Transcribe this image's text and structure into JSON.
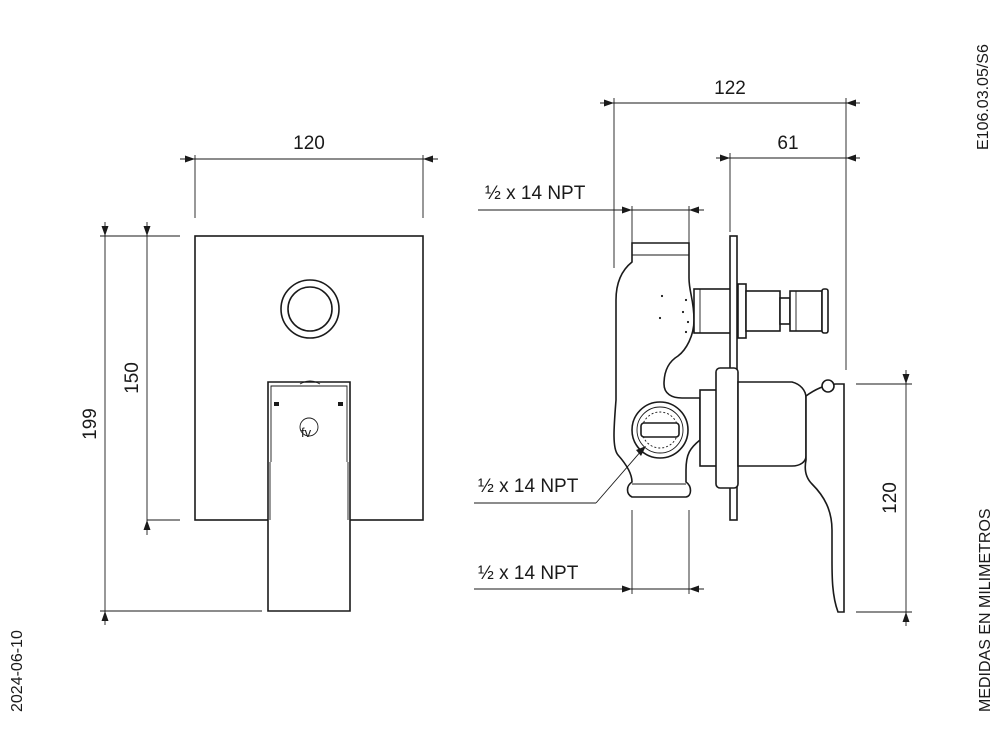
{
  "drawing_code": "E106.03.05/S6",
  "date": "2024-06-10",
  "units_note": "MEDIDAS EN MILIMETROS",
  "logo_text": "fv",
  "front_view": {
    "width": "120",
    "height_overall": "199",
    "height_plate": "150"
  },
  "side_view": {
    "depth_overall": "122",
    "depth_partial": "61",
    "lever_height": "120",
    "thread_top": "½ x 14 NPT",
    "thread_middle": "½ x 14 NPT",
    "thread_bottom": "½ x 14 NPT"
  }
}
